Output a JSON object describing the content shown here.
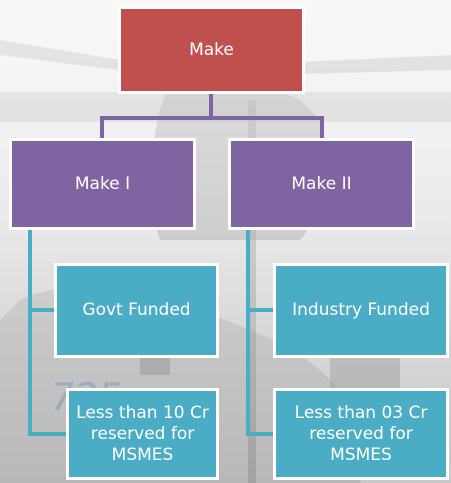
{
  "diagram": {
    "root": {
      "label": "Make",
      "color": "#c0504d"
    },
    "level1": [
      {
        "label": "Make I",
        "color": "#8064a2"
      },
      {
        "label": "Make II",
        "color": "#8064a2"
      }
    ],
    "level2": [
      {
        "label": "Govt Funded",
        "color": "#4bacc6"
      },
      {
        "label": "Industry Funded",
        "color": "#4bacc6"
      }
    ],
    "level3": [
      {
        "label": "Less than 10 Cr\nreserved for\nMSMES",
        "color": "#4bacc6"
      },
      {
        "label": "Less than 03 Cr\nreserved for\nMSMES",
        "color": "#4bacc6"
      }
    ],
    "connector_colors": {
      "root": "#8064a2",
      "children": "#4bacc6"
    }
  }
}
